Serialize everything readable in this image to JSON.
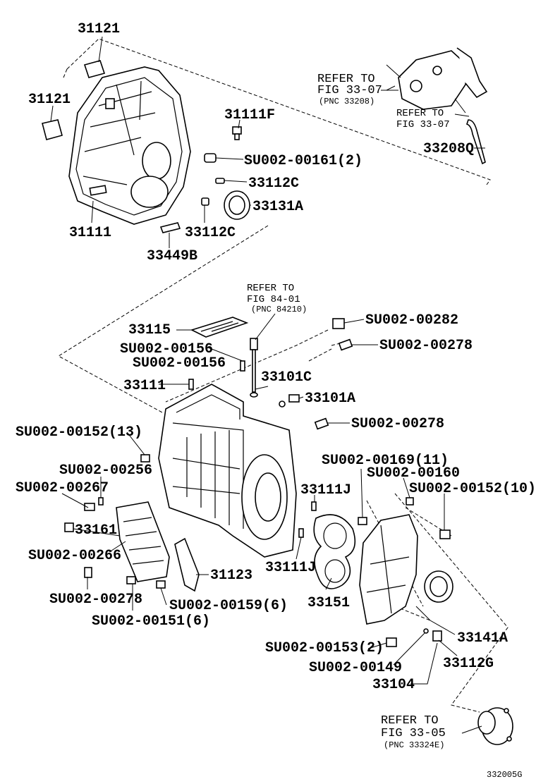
{
  "figure_code": "332005G",
  "callouts": {
    "c1": "31121",
    "c2": "31121",
    "c3": "31111F",
    "c4": "SU002-00161(2)",
    "c5": "33112C",
    "c6": "33131A",
    "c7": "31111",
    "c8": "33112C",
    "c9": "33449B",
    "c10": "33208Q",
    "c11": "33115",
    "c12": "SU002-00156",
    "c13": "SU002-00156",
    "c14": "33111",
    "c15": "33101C",
    "c16": "33101A",
    "c17": "SU002-00282",
    "c18": "SU002-00278",
    "c19": "SU002-00278",
    "c20": "SU002-00152(13)",
    "c21": "SU002-00256",
    "c22": "SU002-00267",
    "c23": "33161",
    "c24": "SU002-00266",
    "c25": "SU002-00278",
    "c26": "SU002-00151(6)",
    "c27": "SU002-00159(6)",
    "c28": "31123",
    "c29": "33111J",
    "c30": "33111J",
    "c31": "33151",
    "c32": "SU002-00169(11)",
    "c33": "SU002-00160",
    "c34": "SU002-00152(10)",
    "c35": "33141A",
    "c36": "33112G",
    "c37": "SU002-00153(2)",
    "c38": "SU002-00149",
    "c39": "33104"
  },
  "references": {
    "r1": [
      "REFER TO",
      "FIG 33-07",
      "(PNC 33208)"
    ],
    "r2": [
      "REFER TO",
      "FIG 33-07"
    ],
    "r3": [
      "REFER TO",
      "FIG 84-01",
      "(PNC 84210)"
    ],
    "r4": [
      "REFER TO",
      "FIG 33-05",
      "(PNC 33324E)"
    ]
  }
}
